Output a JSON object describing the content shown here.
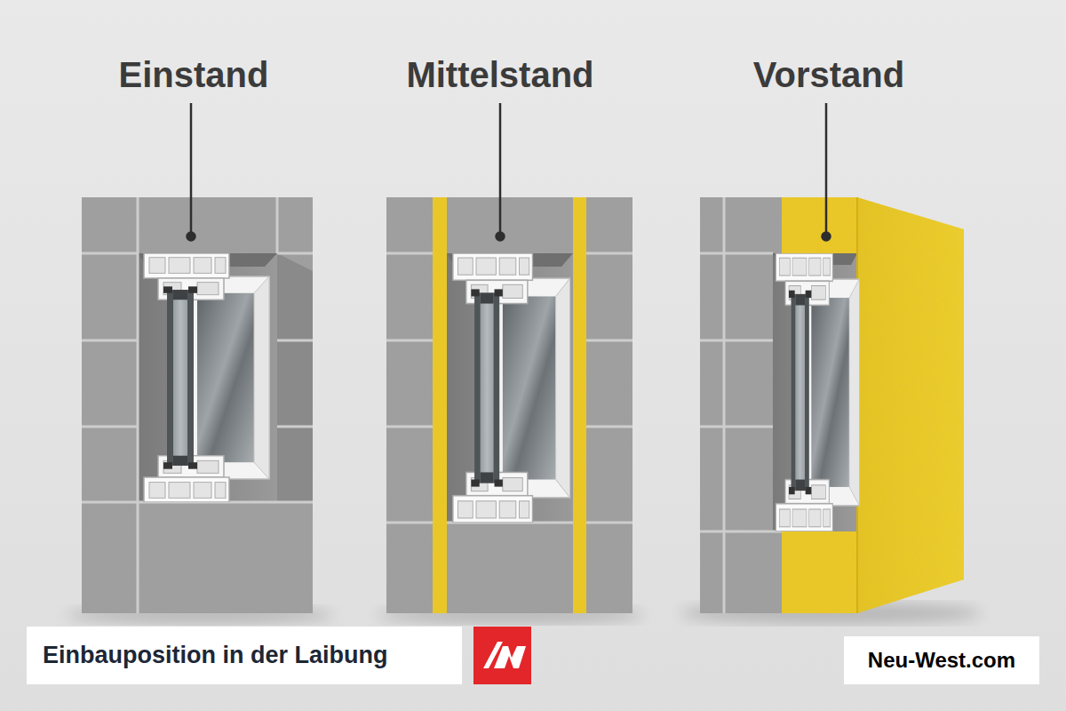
{
  "diagram": {
    "nodes": [
      {
        "text": [
          "Einbauposition in der Laibung"
        ]
      },
      {
        "text": [
          "Neu-West.com"
        ]
      }
    ],
    "labels": [
      "Einstand",
      "Mittelstand",
      "Vorstand"
    ]
  }
}
